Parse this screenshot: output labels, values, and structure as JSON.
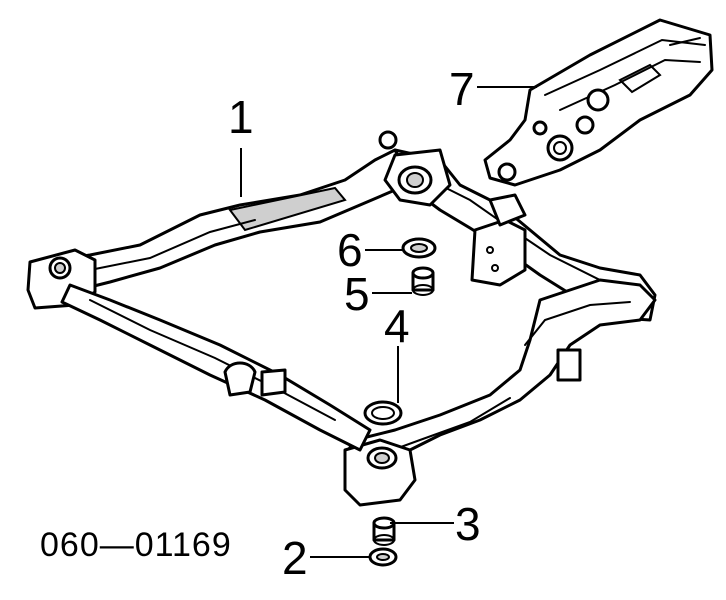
{
  "diagram": {
    "part_number": "060—01169",
    "callouts": [
      {
        "id": "1",
        "label": "1"
      },
      {
        "id": "2",
        "label": "2"
      },
      {
        "id": "3",
        "label": "3"
      },
      {
        "id": "4",
        "label": "4"
      },
      {
        "id": "5",
        "label": "5"
      },
      {
        "id": "6",
        "label": "6"
      },
      {
        "id": "7",
        "label": "7"
      }
    ]
  },
  "colors": {
    "line": "#000000",
    "shading": "#cfcfcf",
    "background": "#ffffff"
  }
}
